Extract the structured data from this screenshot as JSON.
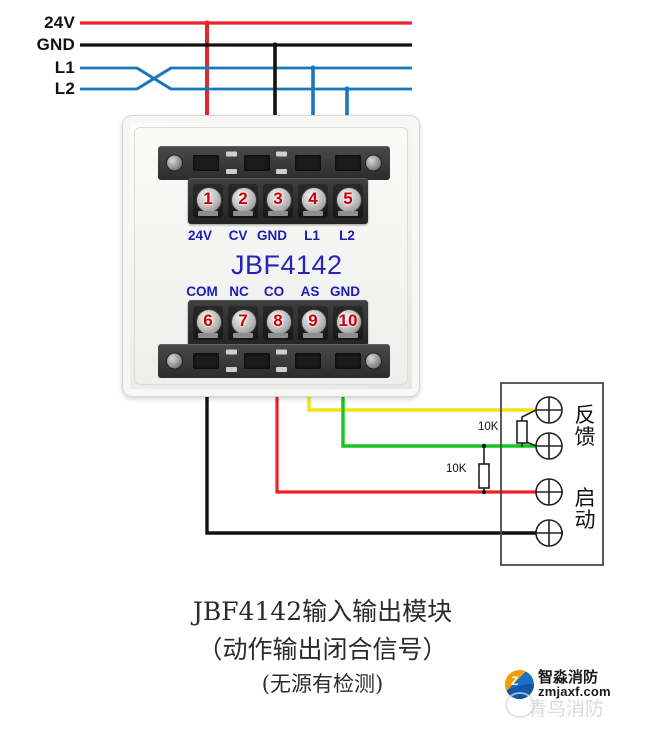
{
  "bus": {
    "lines": [
      {
        "label": "24V",
        "color": "#e8252a",
        "y": 23
      },
      {
        "label": "GND",
        "color": "#111111",
        "y": 45
      },
      {
        "label": "L1",
        "color": "#1878be",
        "y": 68
      },
      {
        "label": "L2",
        "color": "#1878be",
        "y": 89
      }
    ]
  },
  "module": {
    "model": "JBF4142",
    "upper_terminals": [
      {
        "num": "1",
        "label": "24V"
      },
      {
        "num": "2",
        "label": "CV"
      },
      {
        "num": "3",
        "label": "GND"
      },
      {
        "num": "4",
        "label": "L1"
      },
      {
        "num": "5",
        "label": "L2"
      }
    ],
    "lower_terminals": [
      {
        "num": "6",
        "label": "COM"
      },
      {
        "num": "7",
        "label": "NC"
      },
      {
        "num": "8",
        "label": "CO"
      },
      {
        "num": "9",
        "label": "AS"
      },
      {
        "num": "10",
        "label": "GND"
      }
    ]
  },
  "device": {
    "resistor_top": "10K",
    "resistor_bottom": "10K",
    "group_feedback": "反馈",
    "group_start": "启动"
  },
  "caption": {
    "line1": "JBF4142输入输出模块",
    "line2": "（动作输出闭合信号）",
    "line3": "(无源有检测)"
  },
  "logo": {
    "name": "智淼消防",
    "url": "zmjaxf.com",
    "mark_letter": "Z",
    "watermark": "青鸟消防"
  },
  "colors": {
    "red": "#e8252a",
    "black": "#111111",
    "blue": "#1878be",
    "yellow": "#f2e314",
    "green": "#16c422",
    "wire_red": "#ed2127",
    "label_blue": "#1b1bb5",
    "terminal_number_red": "#c7000b"
  }
}
